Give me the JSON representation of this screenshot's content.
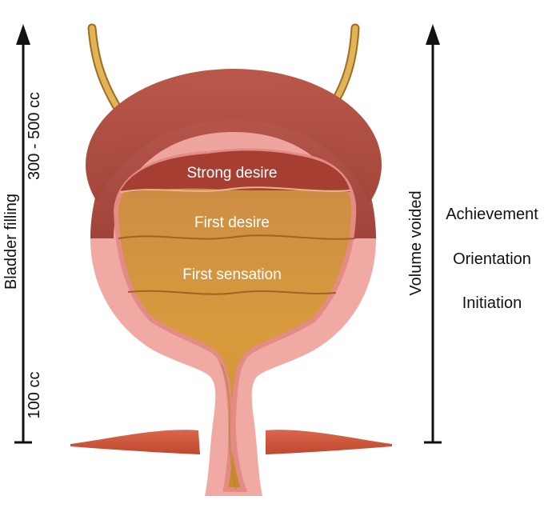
{
  "left_axis": {
    "title": "Bladder filling",
    "top_label": "300 - 500 cc",
    "bottom_label": "100 cc"
  },
  "right_axis": {
    "title": "Volume voided",
    "stages": [
      "Achievement",
      "Orientation",
      "Initiation"
    ]
  },
  "bladder": {
    "levels": [
      "Strong desire",
      "First desire",
      "First sensation"
    ]
  },
  "colors": {
    "wall_outer": "#b9584b",
    "wall_inner": "#f2a09a",
    "urine": "#d69a3c",
    "urine_dark": "#b77528",
    "strong_desire_zone": "#a83e30",
    "ureter": "#d9a94a",
    "muscle": "#d45b44"
  }
}
